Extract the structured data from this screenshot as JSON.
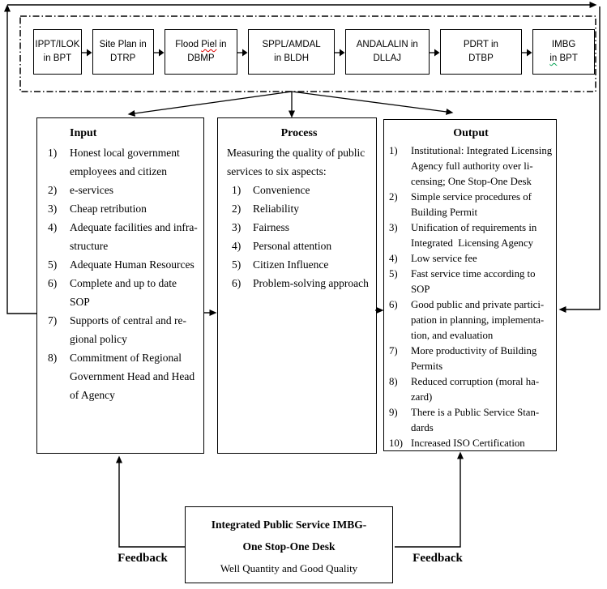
{
  "top_row": {
    "boxes": [
      {
        "line1": "IPPT/ILOK",
        "line2": "in BPT"
      },
      {
        "line1": "Site Plan in",
        "line2": "DTRP"
      },
      {
        "line1_pre": "Flood ",
        "line1_misspelled": "Piel",
        "line1_post": " in",
        "line2": "DBMP"
      },
      {
        "line1": "SPPL/AMDAL",
        "line2": "in BLDH"
      },
      {
        "line1": "ANDALALIN in",
        "line2": "DLLAJ"
      },
      {
        "line1": "PDRT in",
        "line2": "DTBP"
      },
      {
        "line1": "IMBG",
        "line2_misspelled": "in",
        "line2_post": " BPT"
      }
    ]
  },
  "input_box": {
    "title": "Input",
    "items": [
      {
        "n": "1)",
        "t": "Honest local government\nemployees and citizen"
      },
      {
        "n": "2)",
        "t": "e-services"
      },
      {
        "n": "3)",
        "t": "Cheap retribution"
      },
      {
        "n": "4)",
        "t": "Adequate facilities and infra-\nstructure"
      },
      {
        "n": "5)",
        "t": "Adequate Human Resources"
      },
      {
        "n": "6)",
        "t": "Complete and up to date SOP"
      },
      {
        "n": "7)",
        "t": "Supports of central and re-\ngional policy"
      },
      {
        "n": "8)",
        "t": "Commitment of Regional\nGovernment Head and Head\nof Agency"
      }
    ]
  },
  "process_box": {
    "title": "Process",
    "intro": "Measuring the quality of public\nservices to six aspects:",
    "items": [
      {
        "n": "1)",
        "t": "Convenience"
      },
      {
        "n": "2)",
        "t": "Reliability"
      },
      {
        "n": "3)",
        "t": "Fairness"
      },
      {
        "n": "4)",
        "t": "Personal attention"
      },
      {
        "n": "5)",
        "t": "Citizen Influence"
      },
      {
        "n": "6)",
        "t": "Problem-solving approach"
      }
    ]
  },
  "output_box": {
    "title": "Output",
    "items": [
      {
        "n": "1)",
        "t": "Institutional: Integrated Licensing\nAgency full authority over li-\ncensing; One Stop-One Desk"
      },
      {
        "n": "2)",
        "t": "Simple service procedures of\nBuilding Permit"
      },
      {
        "n": "3)",
        "t": "Unification of requirements in\nIntegrated  Licensing Agency"
      },
      {
        "n": "4)",
        "t": "Low service fee"
      },
      {
        "n": "5)",
        "t": "Fast service time according to\nSOP"
      },
      {
        "n": "6)",
        "t": "Good public and private partici-\npation in planning, implementa-\ntion, and evaluation"
      },
      {
        "n": "7)",
        "t": "More productivity of Building\nPermits"
      },
      {
        "n": "8)",
        "t": "Reduced corruption (moral ha-\nzard)"
      },
      {
        "n": "9)",
        "t": "There is a Public Service Stan-\ndards"
      },
      {
        "n": "10)",
        "t": "Increased ISO Certification"
      }
    ]
  },
  "bottom_box": {
    "line1": "Integrated Public Service IMBG-",
    "line2": "One Stop-One Desk",
    "line3": "Well Quantity and Good Quality"
  },
  "feedback_left": "Feedback",
  "feedback_right": "Feedback",
  "colors": {
    "line": "#000000",
    "misspell_red": "#e00000",
    "misspell_green": "#00a050"
  }
}
